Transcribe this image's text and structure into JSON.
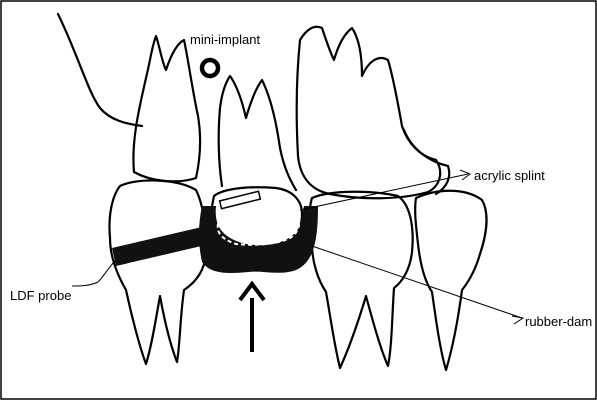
{
  "labels": {
    "mini_implant": "mini-implant",
    "acrylic_splint": "acrylic splint",
    "ldf_probe": "LDF probe",
    "rubber_dam": "rubber-dam"
  }
}
